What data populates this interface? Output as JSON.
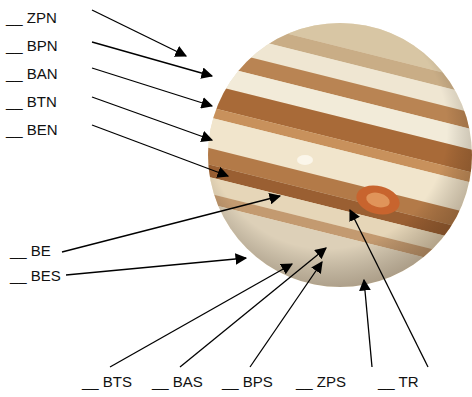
{
  "diagram": {
    "labels": [
      "__ ZPN",
      "__ BPN",
      "__ BAN",
      "__ BTN",
      "__ BEN",
      "__ BE",
      "__ BES",
      "__ BTS",
      "__ BAS",
      "__ BPS",
      "__ ZPS",
      "__ TR"
    ]
  }
}
